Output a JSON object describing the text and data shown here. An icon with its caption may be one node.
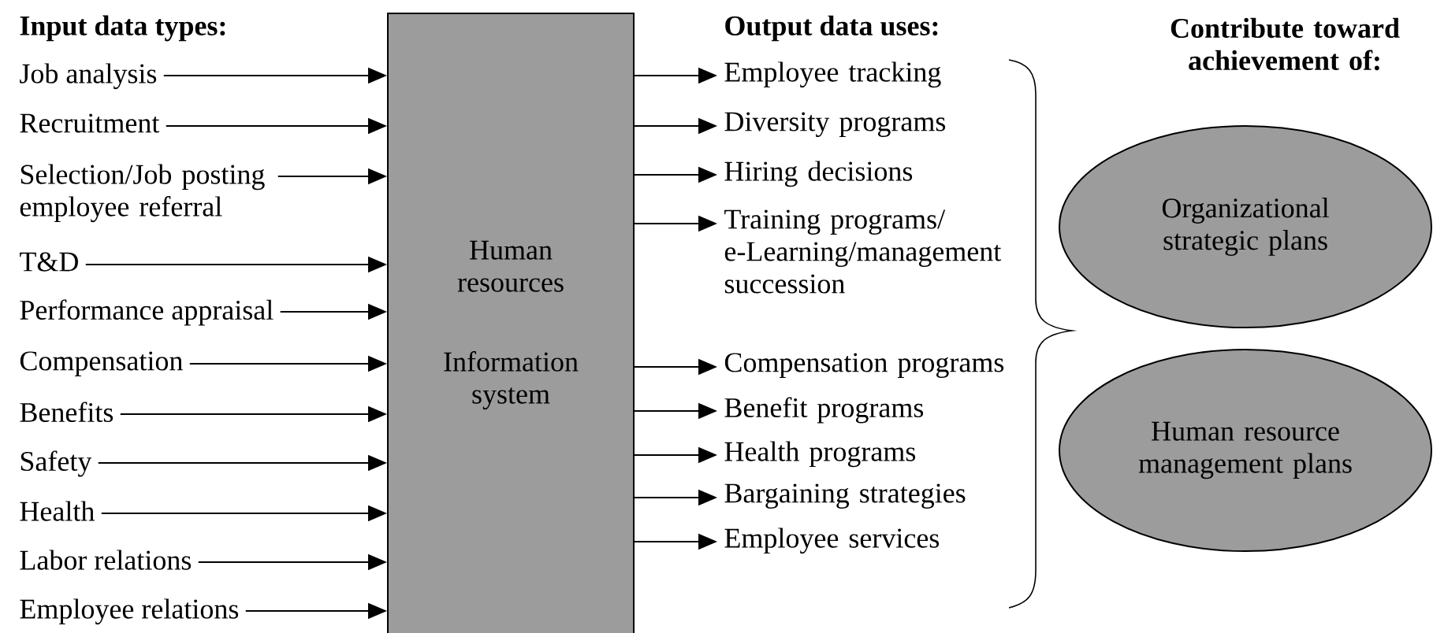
{
  "diagram": {
    "nodes": [
      {
        "text": [
          "Human resources",
          "Information system"
        ]
      },
      {
        "text": [
          "Job analysis"
        ]
      },
      {
        "text": [
          "Recruitment"
        ]
      },
      {
        "text": [
          "Selection/Job posting employee referral"
        ]
      },
      {
        "text": [
          "T&D"
        ]
      },
      {
        "text": [
          "Performance appraisal"
        ]
      },
      {
        "text": [
          "Compensation"
        ]
      },
      {
        "text": [
          "Benefits"
        ]
      },
      {
        "text": [
          "Safety"
        ]
      },
      {
        "text": [
          "Health"
        ]
      },
      {
        "text": [
          "Labor relations"
        ]
      },
      {
        "text": [
          "Employee relations"
        ]
      },
      {
        "text": [
          "Employee tracking"
        ]
      },
      {
        "text": [
          "Diversity programs"
        ]
      },
      {
        "text": [
          "Hiring decisions"
        ]
      },
      {
        "text": [
          "Training programs/ e-Learning/management succession"
        ]
      },
      {
        "text": [
          "Compensation programs"
        ]
      },
      {
        "text": [
          "Benefit programs"
        ]
      },
      {
        "text": [
          "Health programs"
        ]
      },
      {
        "text": [
          "Bargaining strategies"
        ]
      },
      {
        "text": [
          "Employee services"
        ]
      },
      {
        "text": [
          "Organizational strategic plans"
        ]
      },
      {
        "text": [
          "Human resource management plans"
        ]
      }
    ],
    "edges": [
      {
        "from": 1,
        "to": 0,
        "arrow": "to"
      },
      {
        "from": 2,
        "to": 0,
        "arrow": "to"
      },
      {
        "from": 3,
        "to": 0,
        "arrow": "to"
      },
      {
        "from": 4,
        "to": 0,
        "arrow": "to"
      },
      {
        "from": 5,
        "to": 0,
        "arrow": "to"
      },
      {
        "from": 6,
        "to": 0,
        "arrow": "to"
      },
      {
        "from": 7,
        "to": 0,
        "arrow": "to"
      },
      {
        "from": 8,
        "to": 0,
        "arrow": "to"
      },
      {
        "from": 9,
        "to": 0,
        "arrow": "to"
      },
      {
        "from": 10,
        "to": 0,
        "arrow": "to"
      },
      {
        "from": 11,
        "to": 0,
        "arrow": "to"
      },
      {
        "from": 0,
        "to": 12,
        "arrow": "to"
      },
      {
        "from": 0,
        "to": 13,
        "arrow": "to"
      },
      {
        "from": 0,
        "to": 14,
        "arrow": "to"
      },
      {
        "from": 0,
        "to": 15,
        "arrow": "to"
      },
      {
        "from": 0,
        "to": 16,
        "arrow": "to"
      },
      {
        "from": 0,
        "to": 17,
        "arrow": "to"
      },
      {
        "from": 0,
        "to": 18,
        "arrow": "to"
      },
      {
        "from": 0,
        "to": 19,
        "arrow": "to"
      },
      {
        "from": 0,
        "to": 20,
        "arrow": "to"
      }
    ],
    "labels": [
      "Input data types:",
      "Output data uses:",
      "Contribute toward achievement of:"
    ]
  }
}
